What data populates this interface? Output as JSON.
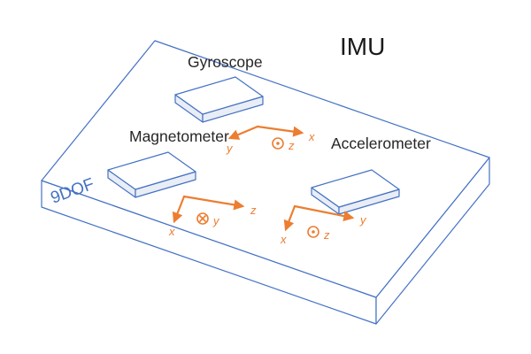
{
  "diagram": {
    "title": "IMU",
    "board_label": "9DOF",
    "sensors": {
      "gyroscope": {
        "label": "Gyroscope",
        "axis_down_label": "y",
        "axis_right_label": "x",
        "axis_out_label": "z",
        "axis_out_symbol": "circle-dot"
      },
      "magnetometer": {
        "label": "Magnetometer",
        "axis_down_label": "x",
        "axis_right_label": "z",
        "axis_out_label": "y",
        "axis_out_symbol": "circle-cross"
      },
      "accelerometer": {
        "label": "Accelerometer",
        "axis_down_label": "x",
        "axis_right_label": "y",
        "axis_out_label": "z",
        "axis_out_symbol": "circle-dot"
      }
    },
    "colors": {
      "board_outline": "#4472C4",
      "axes": "#ED7D31",
      "label_text": "#262626"
    }
  }
}
